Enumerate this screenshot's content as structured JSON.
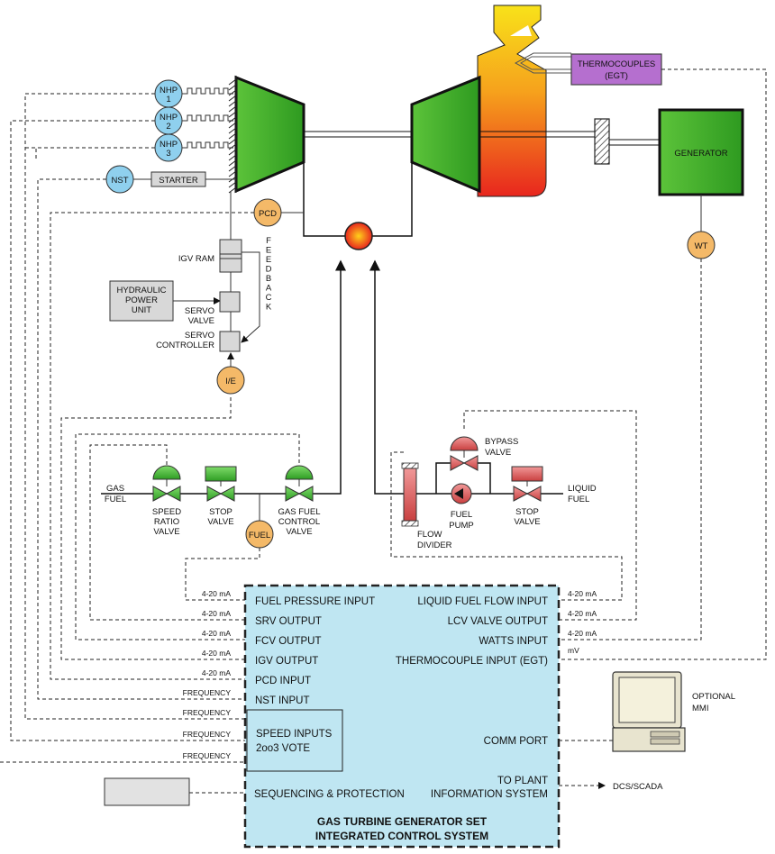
{
  "sensors": {
    "nhp1": [
      "NHP",
      "1"
    ],
    "nhp2": [
      "NHP",
      "2"
    ],
    "nhp3": [
      "NHP",
      "3"
    ],
    "nst": "NST",
    "pcd": "PCD",
    "ie": "I/E",
    "fuel": "FUEL",
    "wt": "WT"
  },
  "components": {
    "starter": "STARTER",
    "thermocouples": [
      "THERMOCOUPLES",
      "(EGT)"
    ],
    "generator": "GENERATOR",
    "igv_ram": "IGV RAM",
    "hydraulic": [
      "HYDRAULIC",
      "POWER",
      "UNIT"
    ],
    "servo_valve": [
      "SERVO",
      "VALVE"
    ],
    "servo_controller": [
      "SERVO",
      "CONTROLLER"
    ],
    "feedback": "FEEDBACK",
    "gas_fuel": [
      "GAS",
      "FUEL"
    ],
    "speed_ratio_valve": [
      "SPEED",
      "RATIO",
      "VALVE"
    ],
    "stop_valve_gas": [
      "STOP",
      "VALVE"
    ],
    "gas_fuel_control_valve": [
      "GAS FUEL",
      "CONTROL",
      "VALVE"
    ],
    "flow_divider": [
      "FLOW",
      "DIVIDER"
    ],
    "bypass_valve": [
      "BYPASS",
      "VALVE"
    ],
    "fuel_pump": [
      "FUEL",
      "PUMP"
    ],
    "stop_valve_liquid": [
      "STOP",
      "VALVE"
    ],
    "liquid_fuel": [
      "LIQUID",
      "FUEL"
    ]
  },
  "signals": {
    "left": [
      "4-20 mA",
      "4-20 mA",
      "4-20 mA",
      "4-20 mA",
      "4-20 mA",
      "FREQUENCY",
      "FREQUENCY",
      "FREQUENCY",
      "FREQUENCY"
    ],
    "right": [
      "4-20 mA",
      "4-20 mA",
      "4-20 mA",
      "mV"
    ]
  },
  "control_system": {
    "inputs_left": [
      "FUEL PRESSURE INPUT",
      "SRV OUTPUT",
      "FCV OUTPUT",
      "IGV OUTPUT",
      "PCD INPUT",
      "NST INPUT"
    ],
    "inputs_right": [
      "LIQUID FUEL FLOW INPUT",
      "LCV VALVE OUTPUT",
      "WATTS INPUT",
      "THERMOCOUPLE INPUT (EGT)"
    ],
    "speed_inputs": [
      "SPEED INPUTS",
      "2oo3 VOTE"
    ],
    "comm_port": "COMM PORT",
    "sequencing": "SEQUENCING & PROTECTION",
    "plant_info": [
      "TO PLANT",
      "INFORMATION SYSTEM"
    ],
    "title": [
      "GAS TURBINE GENERATOR SET",
      "INTEGRATED CONTROL SYSTEM"
    ]
  },
  "external": {
    "dcs": "DCS/SCADA",
    "mmi": [
      "OPTIONAL",
      "MMI"
    ]
  },
  "colors": {
    "sensor_blue": "#8fd0ee",
    "sensor_orange": "#f4b968",
    "turbine_green": "#3fae2a",
    "control_bg": "#bfe6f2",
    "thermo_purple": "#b56fcf"
  }
}
